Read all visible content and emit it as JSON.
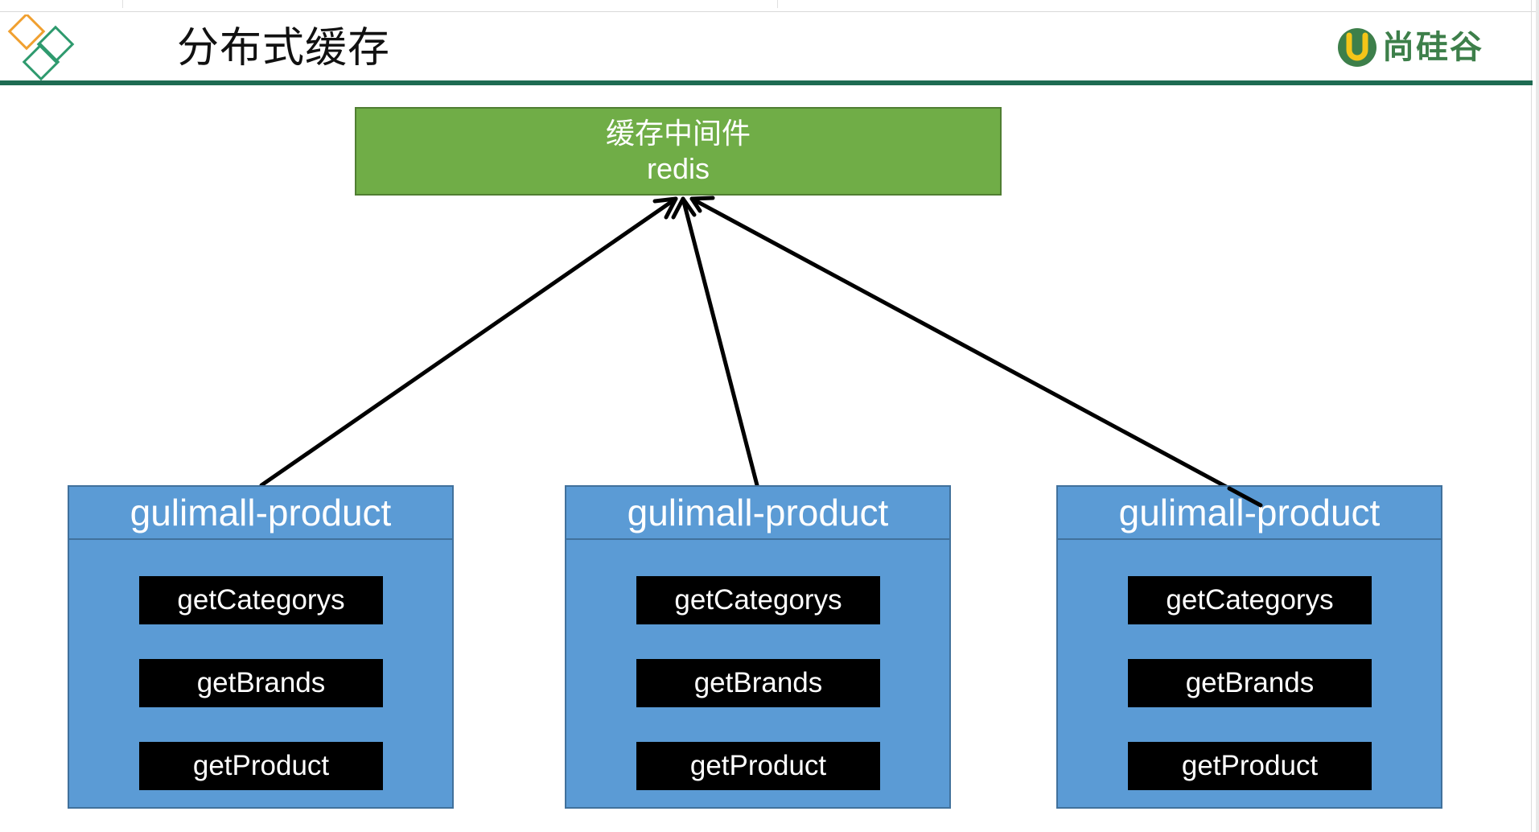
{
  "slide": {
    "title": "分布式缓存",
    "brand": "尚硅谷"
  },
  "colors": {
    "header_rule": "#1e6b52",
    "redis_fill": "#70ad47",
    "service_fill": "#5b9bd5",
    "method_fill": "#000000",
    "arrow": "#000000"
  },
  "icons": [
    "diamond-logo-icon",
    "brand-u-icon"
  ],
  "redis": {
    "label_line1": "缓存中间件",
    "label_line2": "redis"
  },
  "services": [
    {
      "name": "gulimall-product",
      "methods": [
        "getCategorys",
        "getBrands",
        "getProduct"
      ]
    },
    {
      "name": "gulimall-product",
      "methods": [
        "getCategorys",
        "getBrands",
        "getProduct"
      ]
    },
    {
      "name": "gulimall-product",
      "methods": [
        "getCategorys",
        "getBrands",
        "getProduct"
      ]
    }
  ]
}
